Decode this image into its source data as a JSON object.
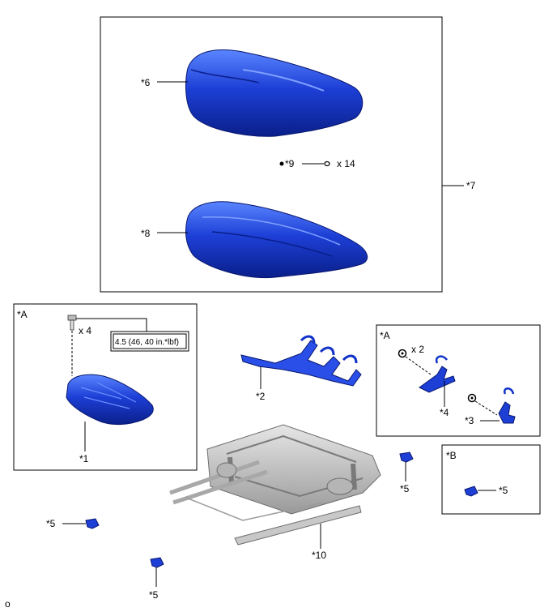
{
  "labels": {
    "p6": "*6",
    "p7": "*7",
    "p8": "*8",
    "p9": "*9",
    "x14": "x 14",
    "boxA1": "*A",
    "boxA2": "*A",
    "boxB": "*B",
    "x4": "x 4",
    "torque": "4.5 (46, 40 in.*lbf)",
    "p1": "*1",
    "p2": "*2",
    "x2": "x 2",
    "p4": "*4",
    "p3": "*3",
    "p5a": "*5",
    "p5b": "*5",
    "p5c": "*5",
    "p5d": "*5",
    "p10": "*10",
    "corner": "o"
  },
  "colors": {
    "part_blue": "#1233c8",
    "part_blue_light": "#4f78ff",
    "frame_gray": "#c9c9c9",
    "frame_dark": "#8a8a8a"
  }
}
